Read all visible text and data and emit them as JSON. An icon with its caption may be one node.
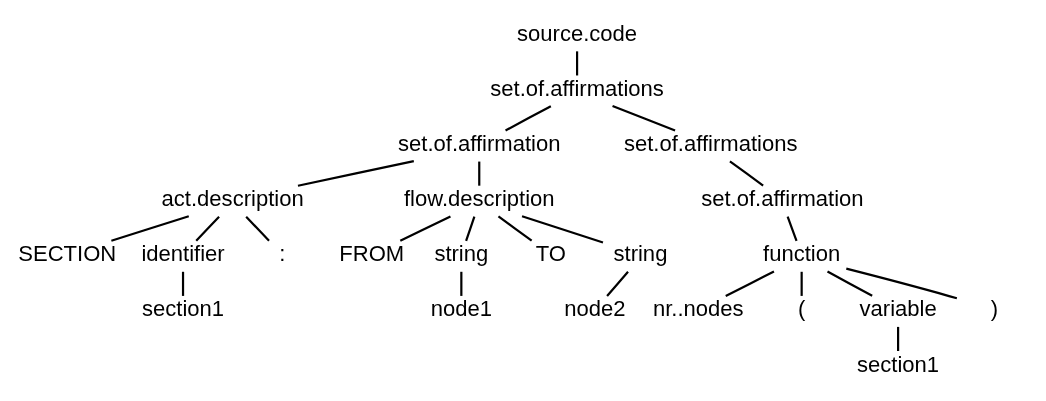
{
  "diagram": {
    "nodes": [
      {
        "text": [
          "source.code"
        ]
      },
      {
        "text": [
          "set.of.affirmations"
        ]
      },
      {
        "text": [
          "set.of.affirmation"
        ]
      },
      {
        "text": [
          "set.of.affirmations"
        ]
      },
      {
        "text": [
          "act.description"
        ]
      },
      {
        "text": [
          "flow.description"
        ]
      },
      {
        "text": [
          "set.of.affirmation"
        ]
      },
      {
        "text": [
          "SECTION"
        ]
      },
      {
        "text": [
          "identifier"
        ]
      },
      {
        "text": [
          ":"
        ]
      },
      {
        "text": [
          "FROM"
        ]
      },
      {
        "text": [
          "string"
        ]
      },
      {
        "text": [
          "TO"
        ]
      },
      {
        "text": [
          "string"
        ]
      },
      {
        "text": [
          "function"
        ]
      },
      {
        "text": [
          "section1"
        ]
      },
      {
        "text": [
          "node1"
        ]
      },
      {
        "text": [
          "node2"
        ]
      },
      {
        "text": [
          "nr..nodes"
        ]
      },
      {
        "text": [
          "("
        ]
      },
      {
        "text": [
          "variable"
        ]
      },
      {
        "text": [
          ")"
        ]
      },
      {
        "text": [
          "section1"
        ]
      }
    ],
    "edges": [
      {
        "from": 0,
        "to": 1,
        "arrow": "none"
      },
      {
        "from": 1,
        "to": 2,
        "arrow": "none"
      },
      {
        "from": 1,
        "to": 3,
        "arrow": "none"
      },
      {
        "from": 2,
        "to": 4,
        "arrow": "none"
      },
      {
        "from": 2,
        "to": 5,
        "arrow": "none"
      },
      {
        "from": 3,
        "to": 6,
        "arrow": "none"
      },
      {
        "from": 4,
        "to": 7,
        "arrow": "none"
      },
      {
        "from": 4,
        "to": 8,
        "arrow": "none"
      },
      {
        "from": 4,
        "to": 9,
        "arrow": "none"
      },
      {
        "from": 5,
        "to": 10,
        "arrow": "none"
      },
      {
        "from": 5,
        "to": 11,
        "arrow": "none"
      },
      {
        "from": 5,
        "to": 12,
        "arrow": "none"
      },
      {
        "from": 5,
        "to": 13,
        "arrow": "none"
      },
      {
        "from": 6,
        "to": 14,
        "arrow": "none"
      },
      {
        "from": 8,
        "to": 15,
        "arrow": "none"
      },
      {
        "from": 11,
        "to": 16,
        "arrow": "none"
      },
      {
        "from": 13,
        "to": 17,
        "arrow": "none"
      },
      {
        "from": 14,
        "to": 18,
        "arrow": "none"
      },
      {
        "from": 14,
        "to": 19,
        "arrow": "none"
      },
      {
        "from": 14,
        "to": 20,
        "arrow": "none"
      },
      {
        "from": 14,
        "to": 21,
        "arrow": "none"
      },
      {
        "from": 20,
        "to": 22,
        "arrow": "none"
      }
    ]
  }
}
